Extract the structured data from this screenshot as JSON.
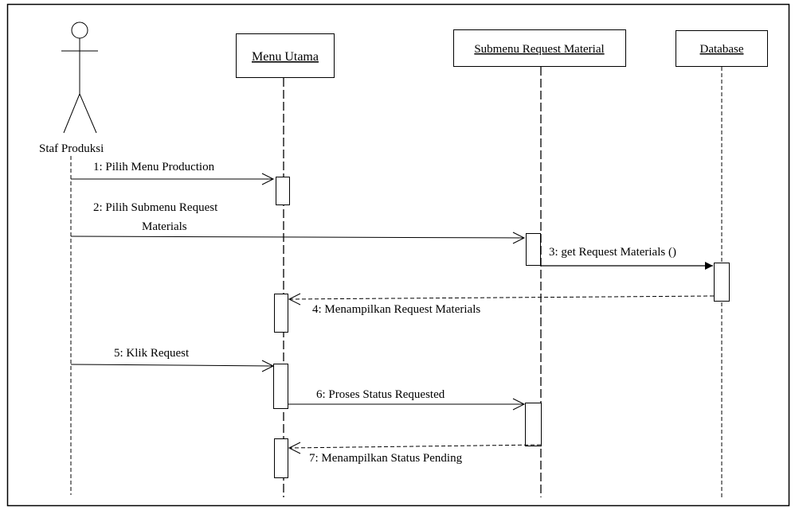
{
  "diagram": {
    "actor": {
      "name": "Staf Produksi"
    },
    "objects": [
      {
        "name": "Menu Utama"
      },
      {
        "name": "Submenu Request Material"
      },
      {
        "name": "Database"
      }
    ],
    "messages": [
      {
        "label": "1:  Pilih Menu Production"
      },
      {
        "label_line1": "2: Pilih Submenu Request",
        "label_line2": "Materials"
      },
      {
        "label": "3: get Request Materials ()"
      },
      {
        "label": "4: Menampilkan Request Materials"
      },
      {
        "label": "5:  Klik Request"
      },
      {
        "label": "6:  Proses Status Requested"
      },
      {
        "label": "7:  Menampilkan Status Pending"
      }
    ]
  }
}
